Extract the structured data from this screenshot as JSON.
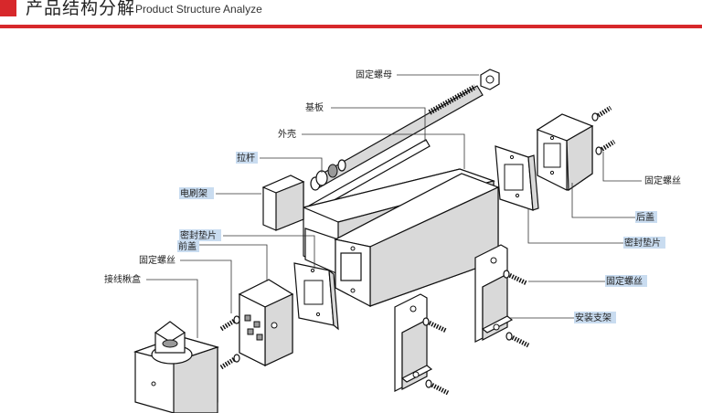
{
  "header": {
    "title_cn": "产品结构分解",
    "title_en": "Product Structure Analyze"
  },
  "labels": {
    "fixing_nut": "固定螺母",
    "base_plate": "基板",
    "shell": "外壳",
    "pull_rod": "拉杆",
    "brush_holder": "电刷架",
    "seal_gasket_left": "密封垫片",
    "front_cover": "前盖",
    "fixing_screw_left": "固定螺丝",
    "junction_box": "接线楸盒",
    "fixing_screw_right_top": "固定螺丝",
    "rear_cover": "后盖",
    "seal_gasket_right": "密封垫片",
    "fixing_screw_right_mid": "固定螺丝",
    "mounting_bracket": "安装支架"
  },
  "colors": {
    "accent_red": "#d7282b",
    "label_highlight": "#c9dcf0"
  }
}
